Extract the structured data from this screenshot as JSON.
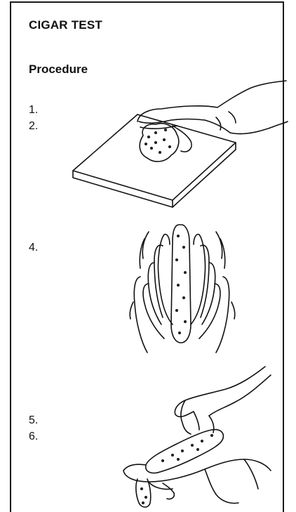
{
  "heading": {
    "title": "CIGAR TEST",
    "subtitle": "Procedure"
  },
  "steps": [
    {
      "label": "1."
    },
    {
      "label": "2."
    },
    {
      "label": "4."
    },
    {
      "label": "5."
    },
    {
      "label": "6."
    }
  ]
}
